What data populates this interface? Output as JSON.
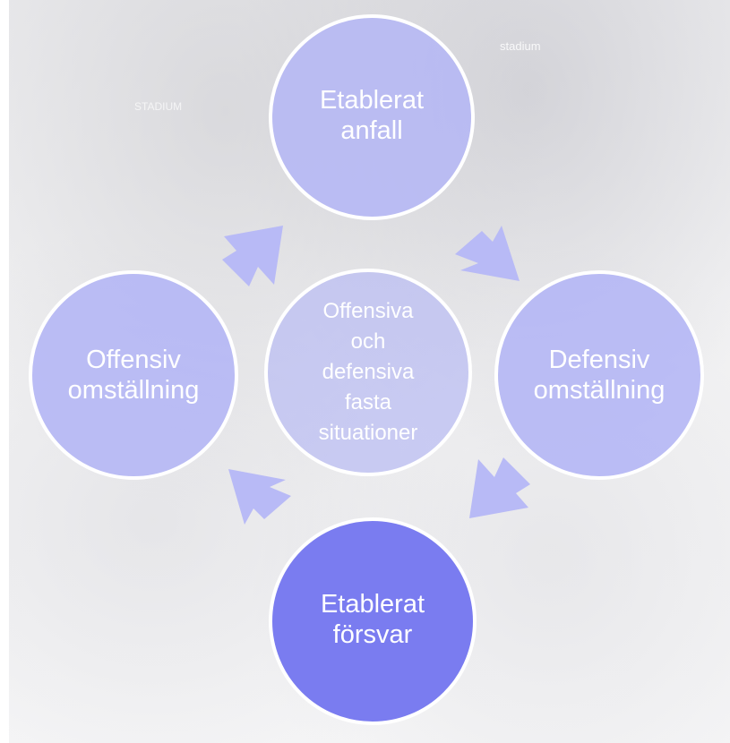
{
  "background": {
    "logo_text": "stadium",
    "sponsor_text": "STADIUM"
  },
  "colors": {
    "light_circle": "#b4b6f6",
    "dark_circle": "#7a7cf0",
    "arrow": "#b8baf6"
  },
  "diagram": {
    "top": {
      "line1": "Etablerat",
      "line2": "anfall"
    },
    "right": {
      "line1": "Defensiv",
      "line2": "omställning"
    },
    "bottom": {
      "line1": "Etablerat",
      "line2": "försvar"
    },
    "left": {
      "line1": "Offensiv",
      "line2": "omställning"
    },
    "center": {
      "line1": "Offensiva",
      "line2": "och",
      "line3": "defensiva",
      "line4": "fasta",
      "line5": "situationer"
    }
  }
}
